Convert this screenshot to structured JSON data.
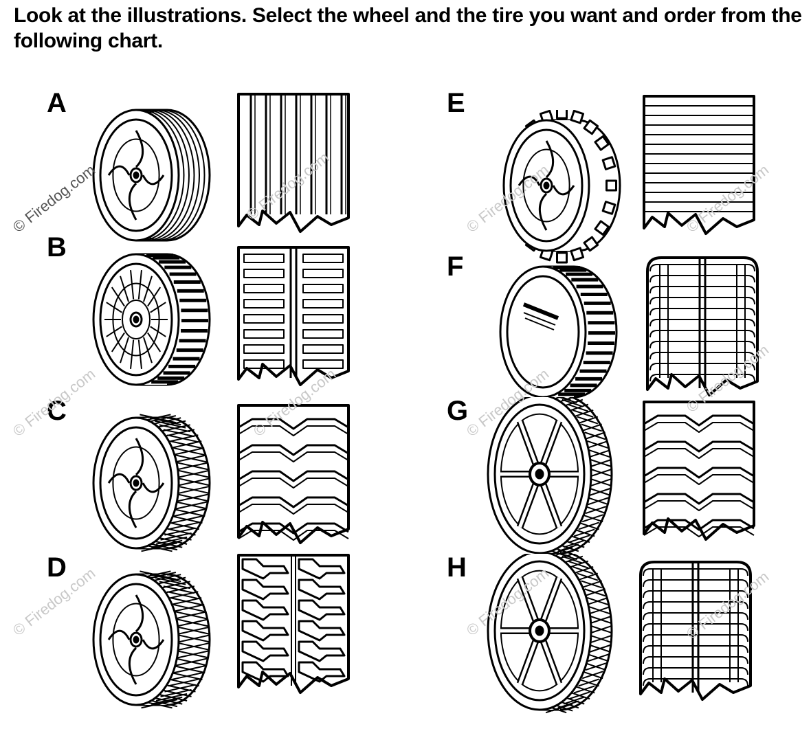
{
  "instructions": "Look at the illustrations. Select the wheel and the tire you want and order from the following chart.",
  "watermark": "© Firedog.com",
  "items": [
    {
      "letter": "A",
      "wheel": "ribbed-wheel-icon",
      "tread": "straight-rib-tread-icon"
    },
    {
      "letter": "B",
      "wheel": "lug-wheel-icon",
      "tread": "bar-lug-tread-icon"
    },
    {
      "letter": "C",
      "wheel": "diamond-wheel-icon",
      "tread": "chevron-tread-icon"
    },
    {
      "letter": "D",
      "wheel": "diamond-wheel-icon",
      "tread": "interlock-tread-icon"
    },
    {
      "letter": "E",
      "wheel": "gear-tooth-wheel-icon",
      "tread": "horizontal-bar-tread-icon"
    },
    {
      "letter": "F",
      "wheel": "capped-lug-wheel-icon",
      "tread": "wrap-bar-tread-icon"
    },
    {
      "letter": "G",
      "wheel": "spoked-diamond-wheel-icon",
      "tread": "chevron-tread-icon"
    },
    {
      "letter": "H",
      "wheel": "spoked-diamond-wheel-icon",
      "tread": "wrap-bar-tread-icon"
    }
  ]
}
